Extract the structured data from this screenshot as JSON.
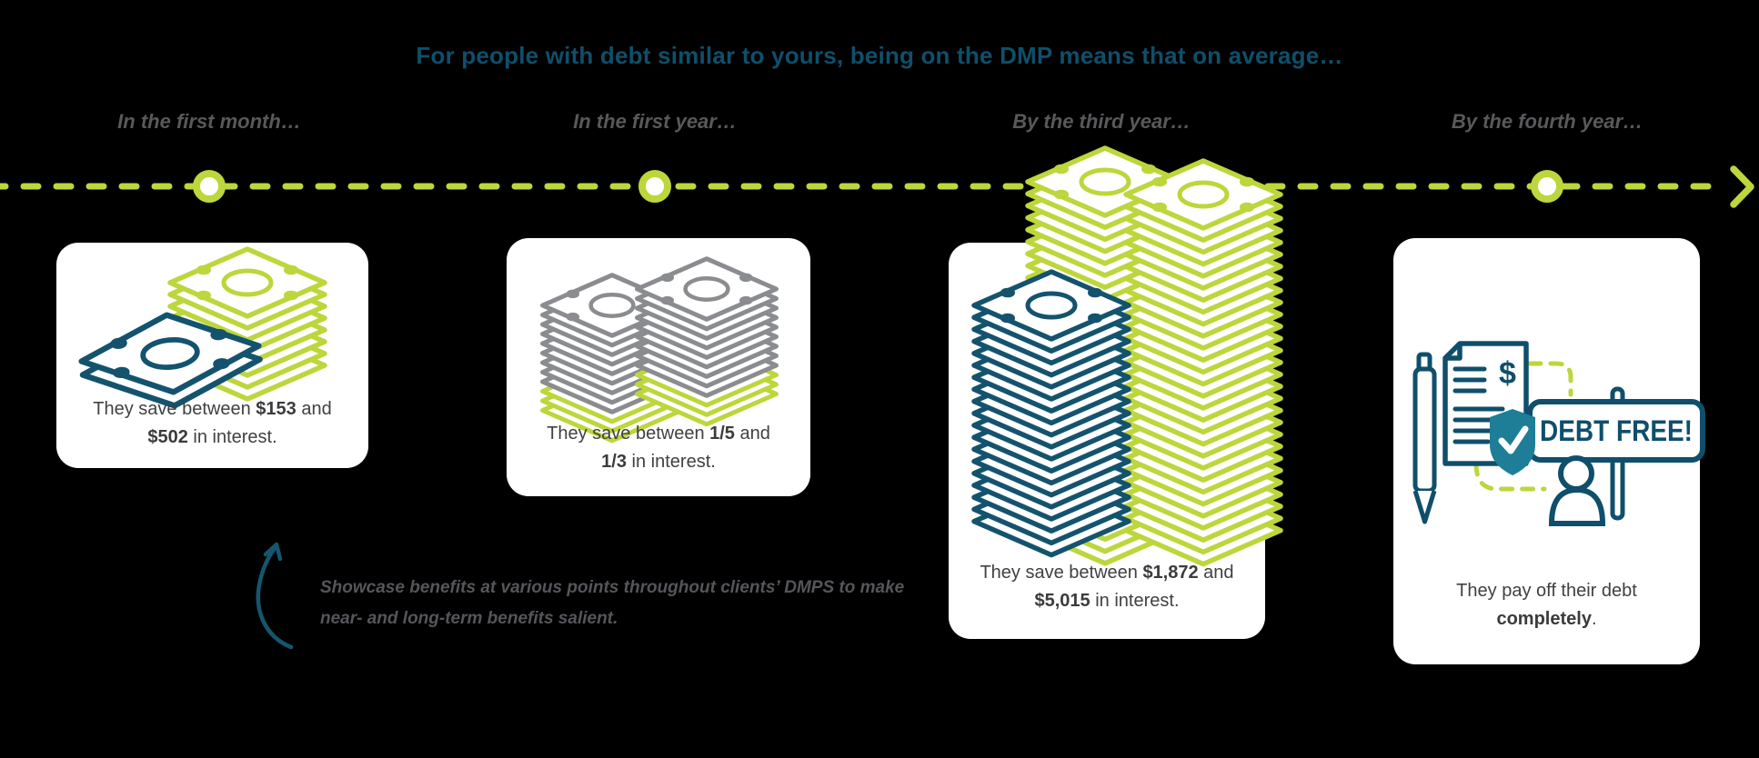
{
  "title": "For people with debt similar to yours, being on the DMP means that on average…",
  "timeline": {
    "points": [
      {
        "label": "In the first month…"
      },
      {
        "label": "In the first year…"
      },
      {
        "label": "By the third year…"
      },
      {
        "label": "By the fourth year…"
      }
    ]
  },
  "cards": [
    {
      "line1": {
        "pre": "They save between ",
        "bold": "$153",
        "post": " and"
      },
      "line2": {
        "bold": "$502",
        "post": " in interest."
      }
    },
    {
      "line1": {
        "pre": "They save between ",
        "bold": "1/5",
        "post": " and"
      },
      "line2": {
        "bold": "1/3",
        "post": " in interest."
      }
    },
    {
      "line1": {
        "pre": "They save between ",
        "bold": "$1,872",
        "post": " and"
      },
      "line2": {
        "bold": "$5,015",
        "post": " in interest."
      }
    },
    {
      "line1": {
        "pre": "They pay off their debt"
      },
      "line2": {
        "bold": "completely",
        "post": "."
      },
      "sign": "DEBT FREE!"
    }
  ],
  "annotation": {
    "line1": "Showcase benefits at various points throughout clients’ DMPS to make",
    "line2": "near- and long-term benefits salient."
  },
  "colors": {
    "background": "#000000",
    "card": "#ffffff",
    "title_teal": "#0f4f6b",
    "label_gray": "#58595b",
    "body_gray": "#414042",
    "lime": "#bdd63b",
    "teal": "#14536e",
    "shield_teal": "#1e7e97",
    "gray_bill": "#8a8c8f"
  }
}
